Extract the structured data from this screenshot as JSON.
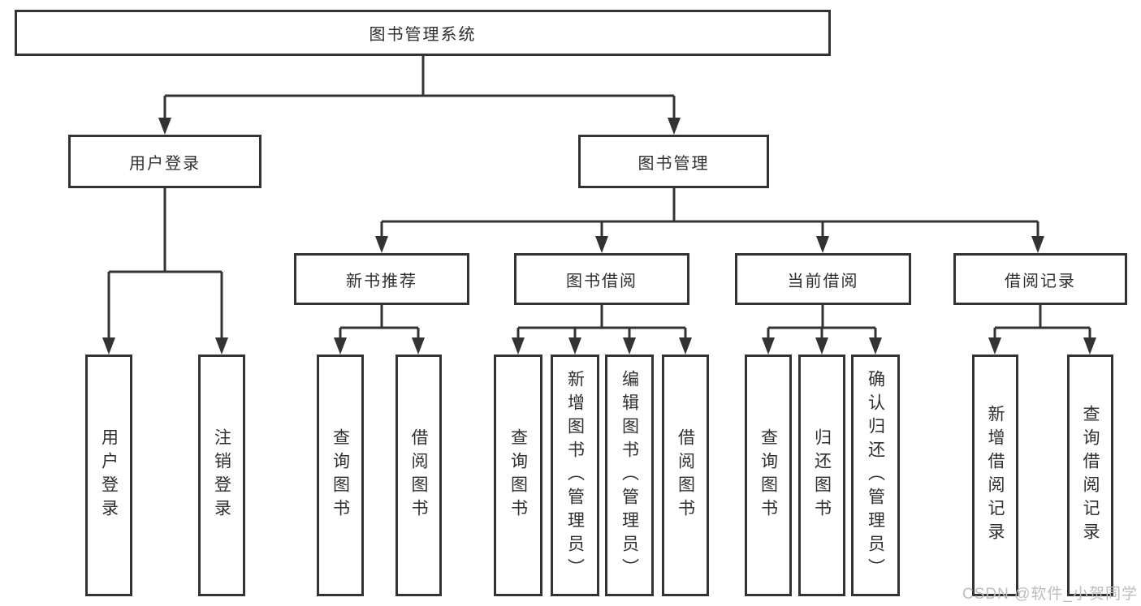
{
  "diagram": {
    "root": {
      "label": "图书管理系统"
    },
    "level2": [
      {
        "label": "用户登录"
      },
      {
        "label": "图书管理"
      }
    ],
    "level3": [
      {
        "label": "新书推荐"
      },
      {
        "label": "图书借阅"
      },
      {
        "label": "当前借阅"
      },
      {
        "label": "借阅记录"
      }
    ],
    "leaves": [
      {
        "label": "用户登录"
      },
      {
        "label": "注销登录"
      },
      {
        "label": "查询图书"
      },
      {
        "label": "借阅图书"
      },
      {
        "label": "查询图书"
      },
      {
        "label": "新增图书（管理员）"
      },
      {
        "label": "编辑图书（管理员）"
      },
      {
        "label": "借阅图书"
      },
      {
        "label": "查询图书"
      },
      {
        "label": "归还图书"
      },
      {
        "label": "确认归还（管理员）"
      },
      {
        "label": "新增借阅记录"
      },
      {
        "label": "查询借阅记录"
      }
    ]
  },
  "watermark": {
    "text": "CSDN @软件_小贺同学"
  },
  "colors": {
    "line": "#333333",
    "text": "#2f2f2f",
    "watermark": "#bdbdbd",
    "background": "#ffffff"
  }
}
